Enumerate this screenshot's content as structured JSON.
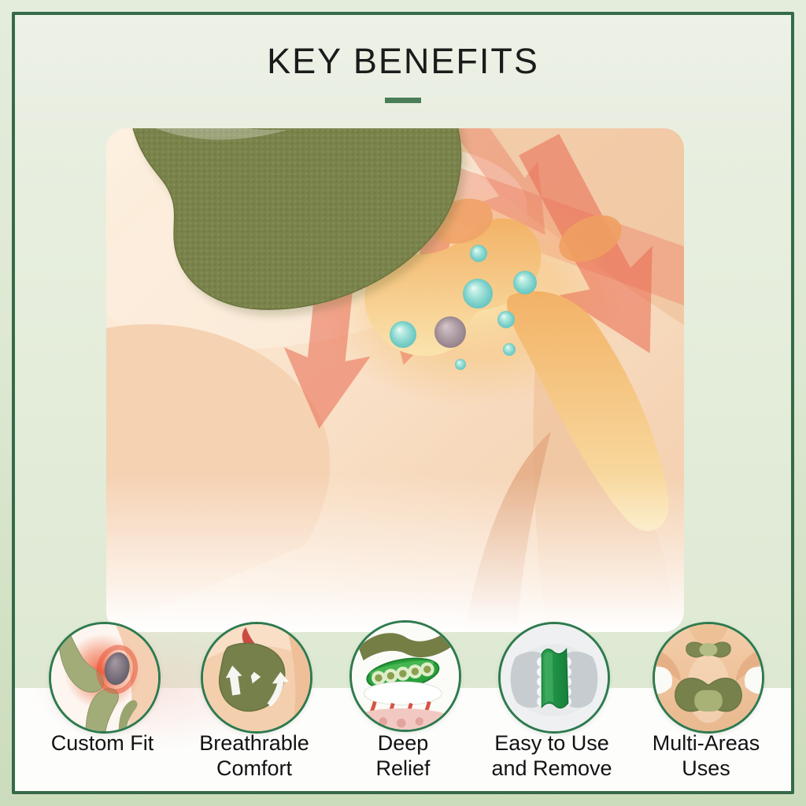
{
  "page": {
    "title": "KEY BENEFITS",
    "divider_color": "#4a7e57",
    "frame_border_color": "#356a48",
    "frame_background": "#dde8d2",
    "accent_green": "#2e7a4e"
  },
  "illustration": {
    "name": "knee-pain-relief-patch-diagram",
    "shows": "olive green herbal patch applied to a bent knee with red arrows penetrating into the glowing joint bones and teal relief bubbles",
    "patch_color": "#79834b",
    "arrow_color": "#e96a50",
    "bubble_color": "#7ed2cb",
    "bone_glow_color": "#f6c57d",
    "skin_color": "#f8ddc2"
  },
  "benefits": [
    {
      "icon": "inflamed-knee-icon",
      "label": "Custom Fit",
      "lines": [
        "Custom Fit",
        ""
      ]
    },
    {
      "icon": "breathable-patch-icon",
      "label": "Breathrable Comfort",
      "lines": [
        "Breathrable",
        "Comfort"
      ]
    },
    {
      "icon": "deep-relief-layers-icon",
      "label": "Deep Relief",
      "lines": [
        "Deep",
        "Relief"
      ]
    },
    {
      "icon": "peel-off-patch-icon",
      "label": "Easy to Use and Remove",
      "lines": [
        "Easy to Use",
        "and Remove"
      ]
    },
    {
      "icon": "multi-area-patches-icon",
      "label": "Multi-Areas Uses",
      "lines": [
        "Multi-Areas",
        "Uses"
      ]
    }
  ]
}
